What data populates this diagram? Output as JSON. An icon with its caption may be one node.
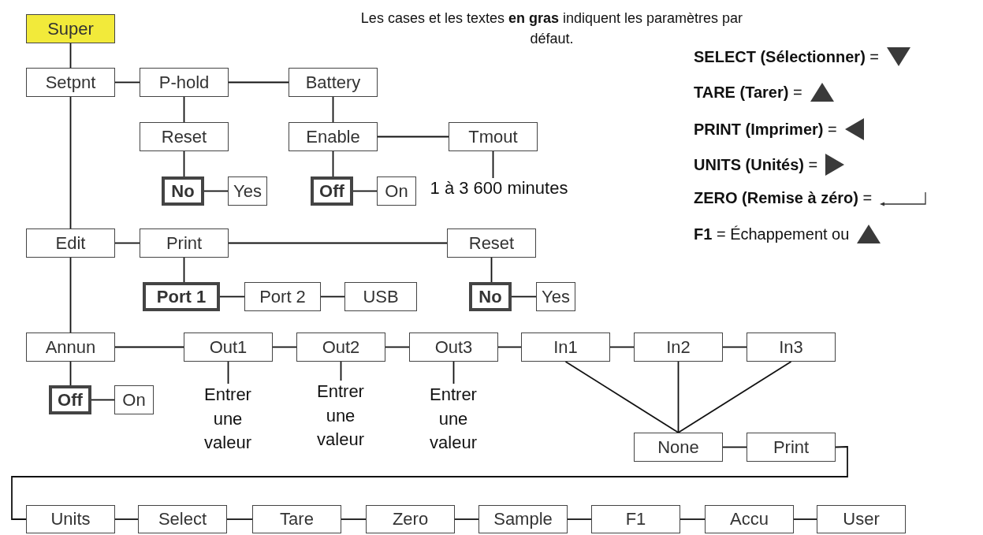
{
  "diagram": {
    "nodes": [
      {
        "text": [
          "Super"
        ]
      },
      {
        "text": [
          "Setpnt"
        ]
      },
      {
        "text": [
          "P-hold"
        ]
      },
      {
        "text": [
          "Battery"
        ]
      },
      {
        "text": [
          "Reset"
        ]
      },
      {
        "text": [
          "Enable"
        ]
      },
      {
        "text": [
          "Tmout"
        ]
      },
      {
        "text": [
          "No"
        ]
      },
      {
        "text": [
          "Yes"
        ]
      },
      {
        "text": [
          "Off"
        ]
      },
      {
        "text": [
          "On"
        ]
      },
      {
        "text": [
          "Edit"
        ]
      },
      {
        "text": [
          "Print"
        ]
      },
      {
        "text": [
          "Reset"
        ]
      },
      {
        "text": [
          "Port 1"
        ]
      },
      {
        "text": [
          "Port 2"
        ]
      },
      {
        "text": [
          "USB"
        ]
      },
      {
        "text": [
          "No"
        ]
      },
      {
        "text": [
          "Yes"
        ]
      },
      {
        "text": [
          "Annun"
        ]
      },
      {
        "text": [
          "Out1"
        ]
      },
      {
        "text": [
          "Out2"
        ]
      },
      {
        "text": [
          "Out3"
        ]
      },
      {
        "text": [
          "In1"
        ]
      },
      {
        "text": [
          "In2"
        ]
      },
      {
        "text": [
          "In3"
        ]
      },
      {
        "text": [
          "Off"
        ]
      },
      {
        "text": [
          "On"
        ]
      },
      {
        "text": [
          "None"
        ]
      },
      {
        "text": [
          "Print"
        ]
      },
      {
        "text": [
          "Units"
        ]
      },
      {
        "text": [
          "Select"
        ]
      },
      {
        "text": [
          "Tare"
        ]
      },
      {
        "text": [
          "Zero"
        ]
      },
      {
        "text": [
          "Sample"
        ]
      },
      {
        "text": [
          "F1"
        ]
      },
      {
        "text": [
          "Accu"
        ]
      },
      {
        "text": [
          "User"
        ]
      },
      {
        "text": [
          "1 à 3 600 minutes"
        ]
      },
      {
        "text": [
          "Entrer une valeur"
        ]
      },
      {
        "text": [
          "Entrer une valeur"
        ]
      },
      {
        "text": [
          "Entrer une valeur"
        ]
      }
    ],
    "edges": [
      {
        "from": 0,
        "to": 1,
        "arrow": "none"
      },
      {
        "from": 1,
        "to": 2,
        "arrow": "none"
      },
      {
        "from": 2,
        "to": 3,
        "arrow": "none"
      },
      {
        "from": 2,
        "to": 4,
        "arrow": "none"
      },
      {
        "from": 3,
        "to": 5,
        "arrow": "none"
      },
      {
        "from": 5,
        "to": 6,
        "arrow": "none"
      },
      {
        "from": 4,
        "to": 7,
        "arrow": "none"
      },
      {
        "from": 7,
        "to": 8,
        "arrow": "none"
      },
      {
        "from": 5,
        "to": 9,
        "arrow": "none"
      },
      {
        "from": 9,
        "to": 10,
        "arrow": "none"
      },
      {
        "from": 6,
        "to": 38,
        "arrow": "none"
      },
      {
        "from": 1,
        "to": 11,
        "arrow": "none"
      },
      {
        "from": 11,
        "to": 12,
        "arrow": "none"
      },
      {
        "from": 12,
        "to": 13,
        "arrow": "none"
      },
      {
        "from": 12,
        "to": 14,
        "arrow": "none"
      },
      {
        "from": 14,
        "to": 15,
        "arrow": "none"
      },
      {
        "from": 15,
        "to": 16,
        "arrow": "none"
      },
      {
        "from": 13,
        "to": 17,
        "arrow": "none"
      },
      {
        "from": 17,
        "to": 18,
        "arrow": "none"
      },
      {
        "from": 11,
        "to": 19,
        "arrow": "none"
      },
      {
        "from": 19,
        "to": 20,
        "arrow": "none"
      },
      {
        "from": 20,
        "to": 21,
        "arrow": "none"
      },
      {
        "from": 21,
        "to": 22,
        "arrow": "none"
      },
      {
        "from": 22,
        "to": 23,
        "arrow": "none"
      },
      {
        "from": 23,
        "to": 24,
        "arrow": "none"
      },
      {
        "from": 24,
        "to": 25,
        "arrow": "none"
      },
      {
        "from": 19,
        "to": 26,
        "arrow": "none"
      },
      {
        "from": 26,
        "to": 27,
        "arrow": "none"
      },
      {
        "from": 20,
        "to": 39,
        "arrow": "none"
      },
      {
        "from": 21,
        "to": 40,
        "arrow": "none"
      },
      {
        "from": 22,
        "to": 41,
        "arrow": "none"
      },
      {
        "from": 23,
        "to": 28,
        "arrow": "none"
      },
      {
        "from": 24,
        "to": 28,
        "arrow": "none"
      },
      {
        "from": 25,
        "to": 28,
        "arrow": "none"
      },
      {
        "from": 28,
        "to": 29,
        "arrow": "none"
      },
      {
        "from": 29,
        "to": 30,
        "arrow": "none"
      },
      {
        "from": 30,
        "to": 31,
        "arrow": "none"
      },
      {
        "from": 31,
        "to": 32,
        "arrow": "none"
      },
      {
        "from": 32,
        "to": 33,
        "arrow": "none"
      },
      {
        "from": 33,
        "to": 34,
        "arrow": "none"
      },
      {
        "from": 34,
        "to": 35,
        "arrow": "none"
      },
      {
        "from": 35,
        "to": 36,
        "arrow": "none"
      },
      {
        "from": 36,
        "to": 37,
        "arrow": "none"
      }
    ],
    "labels": [
      "Les cases et les textes **en gras** indiquent les paramètres par défaut."
    ],
    "legend": [
      {
        "text": "**SELECT (Sélectionner)** ="
      },
      {
        "text": "**TARE (Tarer)** ="
      },
      {
        "text": "**PRINT (Imprimer)** ="
      },
      {
        "text": "**UNITS (Unités)** ="
      },
      {
        "text": "**ZERO (Remise à zéro)** ="
      },
      {
        "text": "**F1** = Échappement ou"
      }
    ]
  }
}
